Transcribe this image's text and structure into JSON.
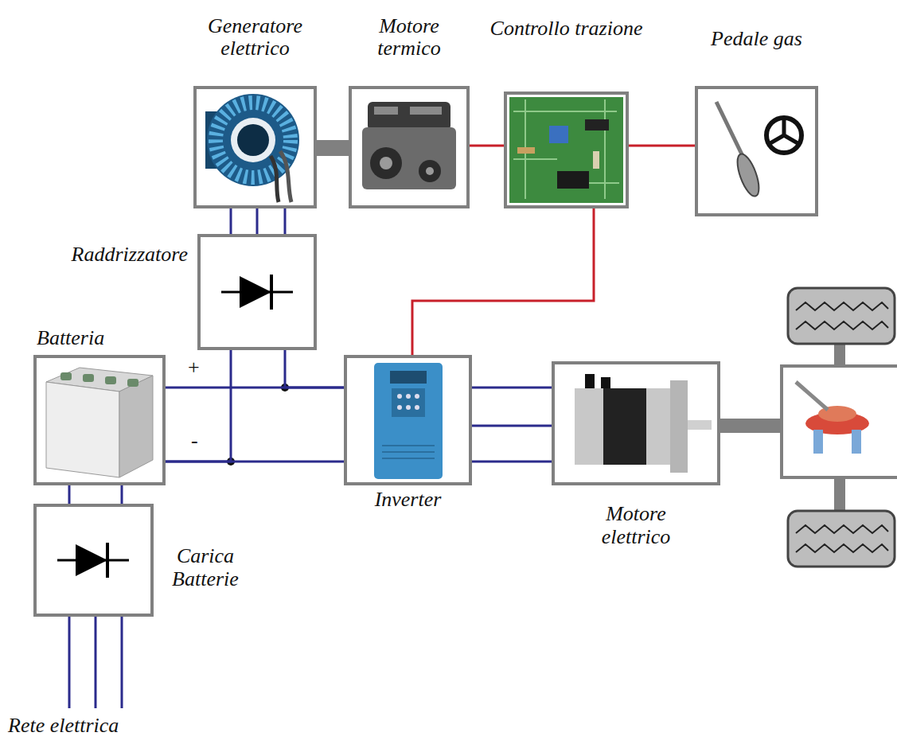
{
  "diagram": {
    "nodes": [
      {
        "text": [
          "Generatore elettrico"
        ]
      },
      {
        "text": [
          "Motore termico"
        ]
      },
      {
        "text": [
          "Controllo trazione"
        ]
      },
      {
        "text": [
          "Pedale gas"
        ]
      },
      {
        "text": [
          "Raddrizzatore"
        ]
      },
      {
        "text": [
          "Batteria"
        ]
      },
      {
        "text": [
          "Inverter"
        ]
      },
      {
        "text": [
          "Motore elettrico"
        ]
      },
      {
        "text": [
          "Carica Batterie"
        ]
      }
    ],
    "edges": [
      {
        "from": 0,
        "to": 1,
        "arrow": "none"
      },
      {
        "from": 1,
        "to": 2,
        "arrow": "none"
      },
      {
        "from": 2,
        "to": 3,
        "arrow": "none"
      },
      {
        "from": 0,
        "to": 4,
        "arrow": "none"
      },
      {
        "from": 0,
        "to": 4,
        "arrow": "none"
      },
      {
        "from": 0,
        "to": 4,
        "arrow": "none"
      },
      {
        "from": 5,
        "to": 6,
        "arrow": "none"
      },
      {
        "from": 5,
        "to": 6,
        "arrow": "none"
      },
      {
        "from": 4,
        "to": 5,
        "arrow": "none"
      },
      {
        "from": 4,
        "to": 6,
        "arrow": "none"
      },
      {
        "from": 2,
        "to": 6,
        "arrow": "none"
      },
      {
        "from": 6,
        "to": 7,
        "arrow": "none"
      },
      {
        "from": 6,
        "to": 7,
        "arrow": "none"
      },
      {
        "from": 6,
        "to": 7,
        "arrow": "none"
      },
      {
        "from": 5,
        "to": 8,
        "arrow": "none"
      },
      {
        "from": 5,
        "to": 8,
        "arrow": "none"
      }
    ],
    "labels": [
      "+",
      "-",
      "Rete elettrica"
    ]
  }
}
